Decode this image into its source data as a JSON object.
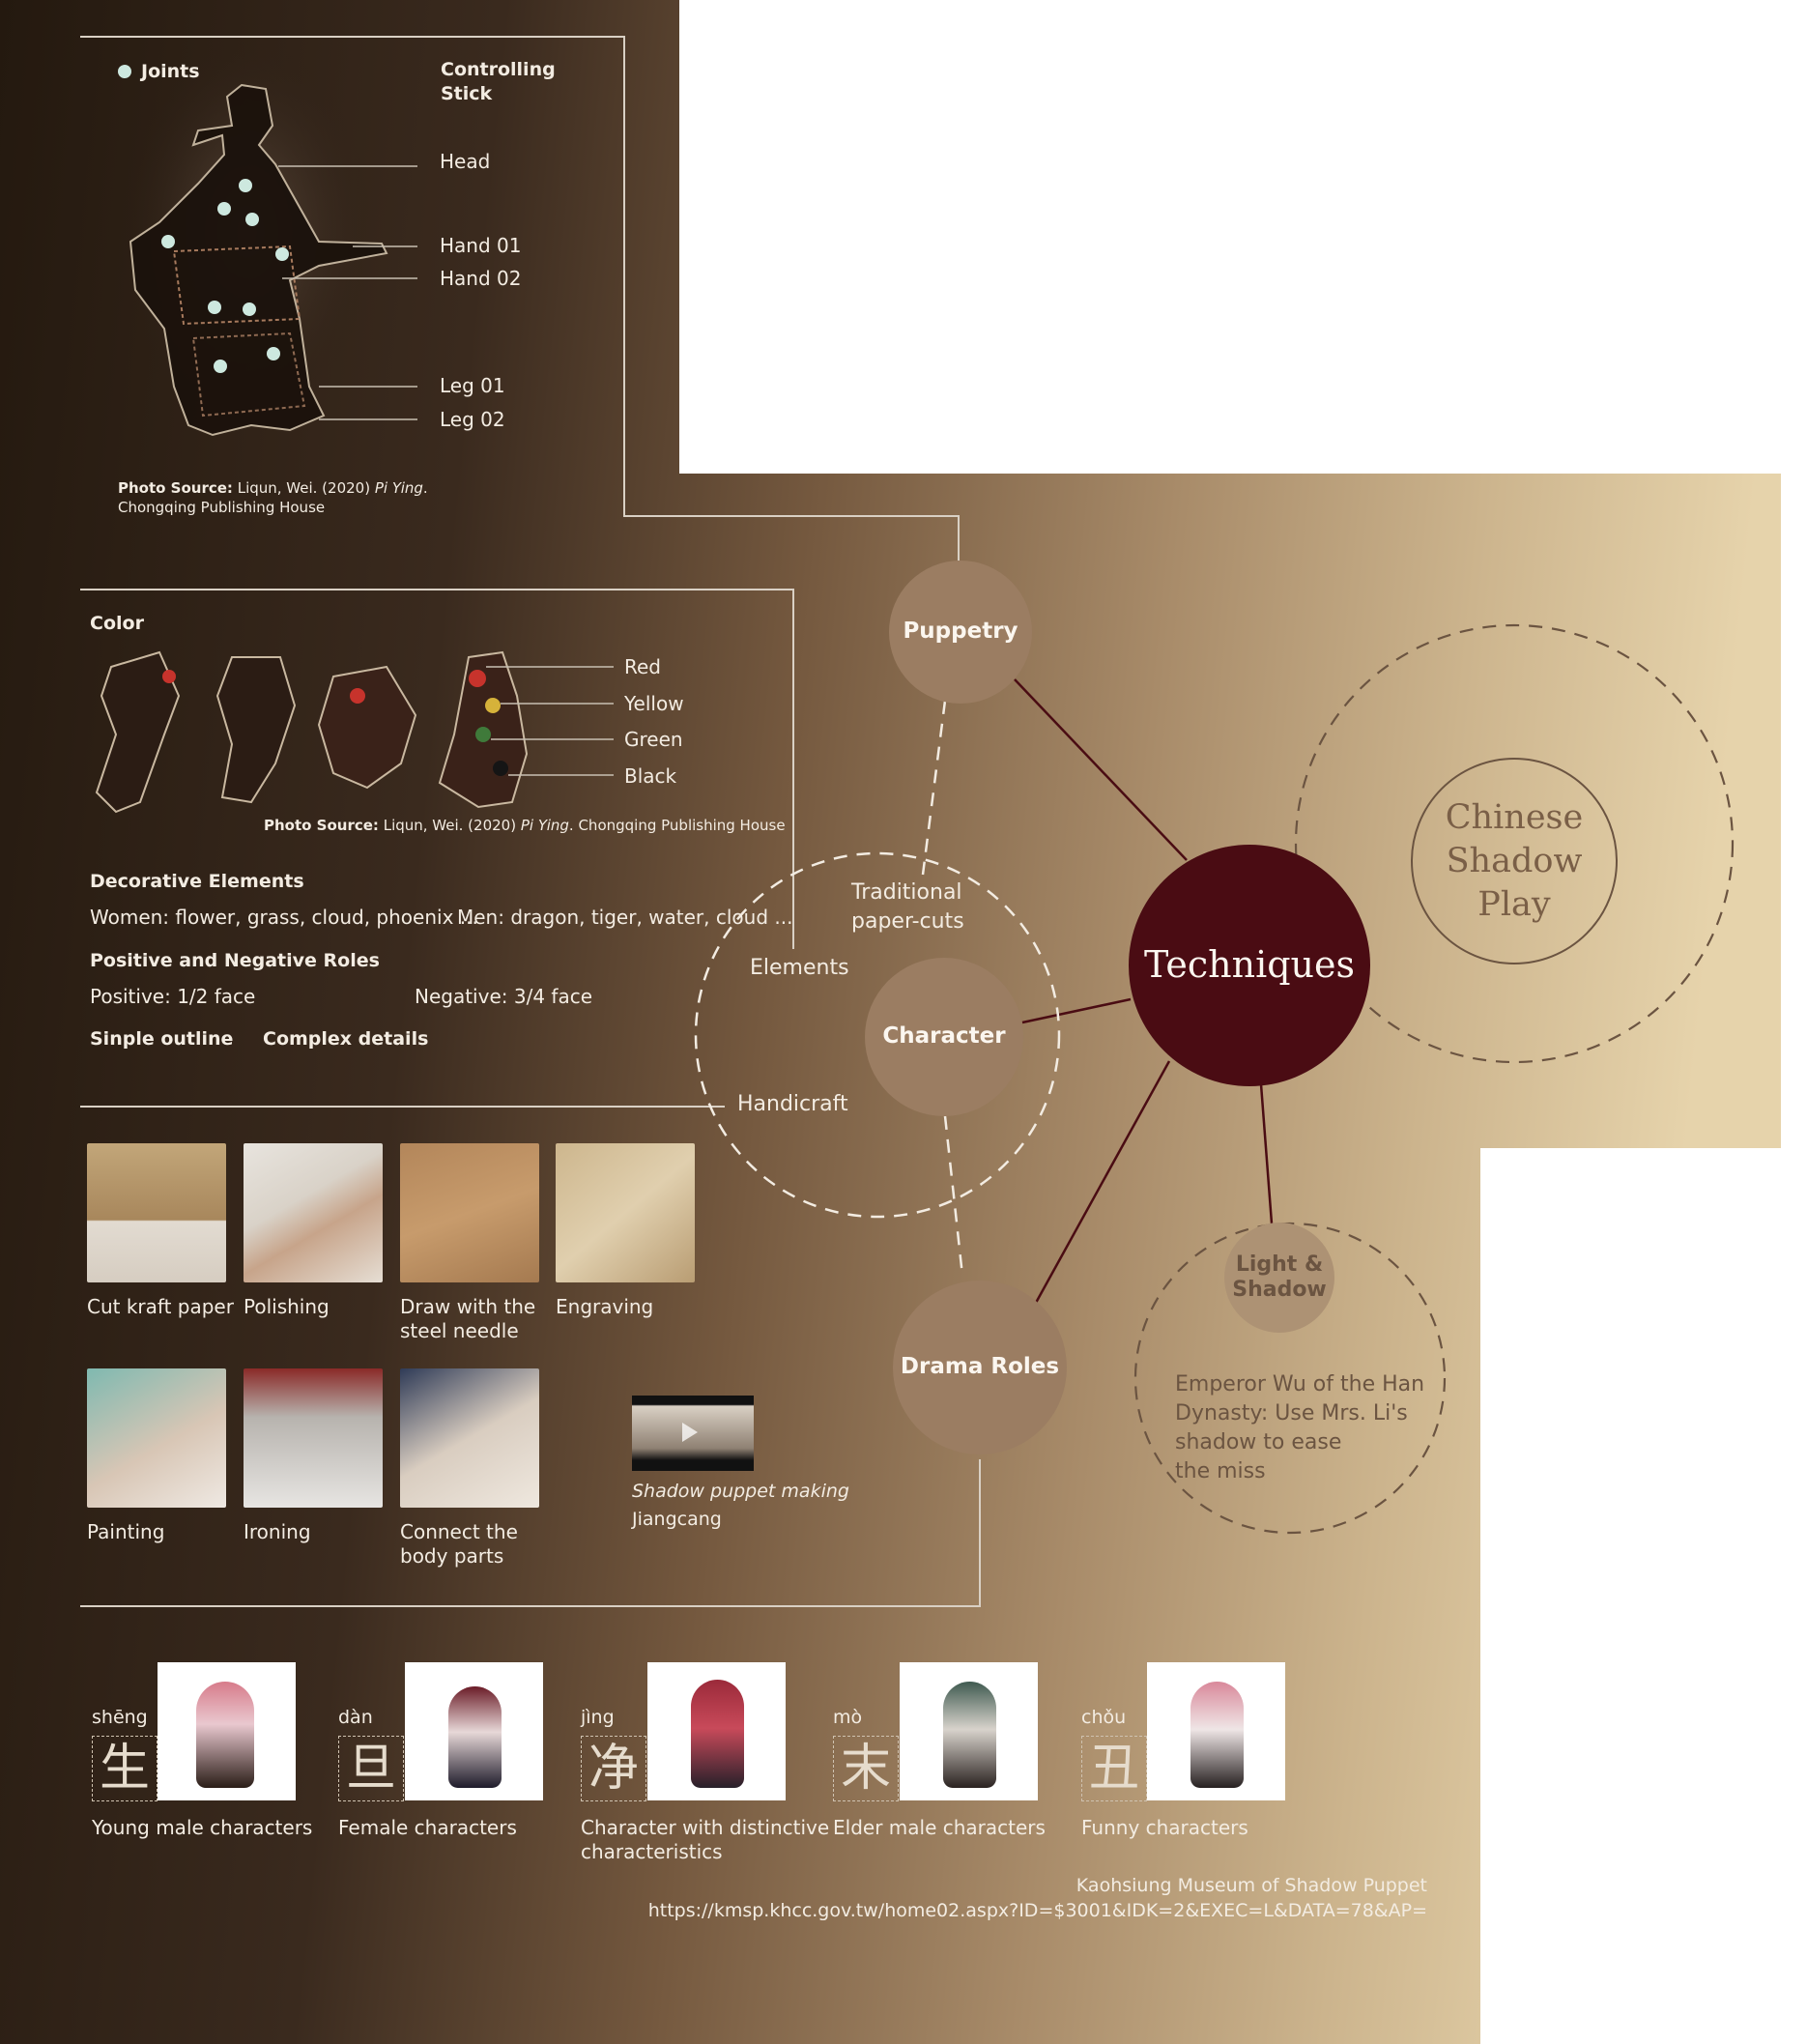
{
  "colors": {
    "dark_brown": "#2a1e17",
    "mid_brown": "#8a6a4c",
    "tan": "#e3cfa6",
    "maroon": "#4a0c13",
    "node_fill": "#9b7d62",
    "light_node": "#a88d70",
    "dashed": "#6b5441",
    "text_light": "#f3ece2"
  },
  "center": {
    "label": "Techniques"
  },
  "title_circle": {
    "line1": "Chinese",
    "line2": "Shadow",
    "line3": "Play"
  },
  "nodes": {
    "puppetry": "Puppetry",
    "character": "Character",
    "drama_roles": "Drama Roles",
    "light_shadow_1": "Light &",
    "light_shadow_2": "Shadow"
  },
  "light_shadow_text": [
    "Emperor Wu of the Han",
    "Dynasty: Use Mrs. Li's",
    "shadow to ease",
    "the miss"
  ],
  "character_ring": {
    "paper_cuts_1": "Traditional",
    "paper_cuts_2": "paper-cuts",
    "elements": "Elements",
    "handicraft": "Handicraft"
  },
  "puppetry_panel": {
    "joints_label": "Joints",
    "stick_label_1": "Controlling",
    "stick_label_2": "Stick",
    "parts": [
      "Head",
      "Hand 01",
      "Hand 02",
      "Leg 01",
      "Leg 02"
    ],
    "source_bold": "Photo Source:",
    "source_text": " Liqun, Wei. (2020) ",
    "source_italic": "Pi Ying",
    "source_end": ".",
    "source_line2": "Chongqing Publishing House"
  },
  "elements_panel": {
    "color_title": "Color",
    "colors": [
      "Red",
      "Yellow",
      "Green",
      "Black"
    ],
    "source_bold": "Photo Source:",
    "source_text": " Liqun, Wei. (2020) ",
    "source_italic": "Pi Ying",
    "source_end": ". Chongqing Publishing House",
    "decor_title": "Decorative Elements",
    "women": "Women:  flower, grass, cloud, phoenix ...",
    "men": "Men: dragon, tiger, water, cloud ...",
    "roles_title": "Positive and Negative Roles",
    "positive": "Positive: 1/2 face",
    "negative": "Negative: 3/4 face",
    "simple": "Sinple outline",
    "complex": "Complex details"
  },
  "handicraft_steps": [
    {
      "caption1": "Cut kraft paper",
      "caption2": ""
    },
    {
      "caption1": "Polishing",
      "caption2": ""
    },
    {
      "caption1": "Draw with the",
      "caption2": "steel needle"
    },
    {
      "caption1": "Engraving",
      "caption2": ""
    },
    {
      "caption1": "Painting",
      "caption2": ""
    },
    {
      "caption1": "Ironing",
      "caption2": ""
    },
    {
      "caption1": "Connect the",
      "caption2": "body parts"
    }
  ],
  "video": {
    "title": "Shadow puppet making",
    "author": "Jiangcang"
  },
  "roles": [
    {
      "pinyin": "shēng",
      "hanzi": "生",
      "caption1": "Young male characters",
      "caption2": ""
    },
    {
      "pinyin": "dàn",
      "hanzi": "旦",
      "caption1": "Female characters",
      "caption2": ""
    },
    {
      "pinyin": "jìng",
      "hanzi": "净",
      "caption1": "Character with distinctive",
      "caption2": "characteristics"
    },
    {
      "pinyin": "mò",
      "hanzi": "末",
      "caption1": "Elder male characters",
      "caption2": ""
    },
    {
      "pinyin": "chǒu",
      "hanzi": "丑",
      "caption1": "Funny characters",
      "caption2": ""
    }
  ],
  "footer": {
    "museum": "Kaohsiung Museum of Shadow Puppet",
    "url": "https://kmsp.khcc.gov.tw/home02.aspx?ID=$3001&IDK=2&EXEC=L&DATA=78&AP="
  }
}
